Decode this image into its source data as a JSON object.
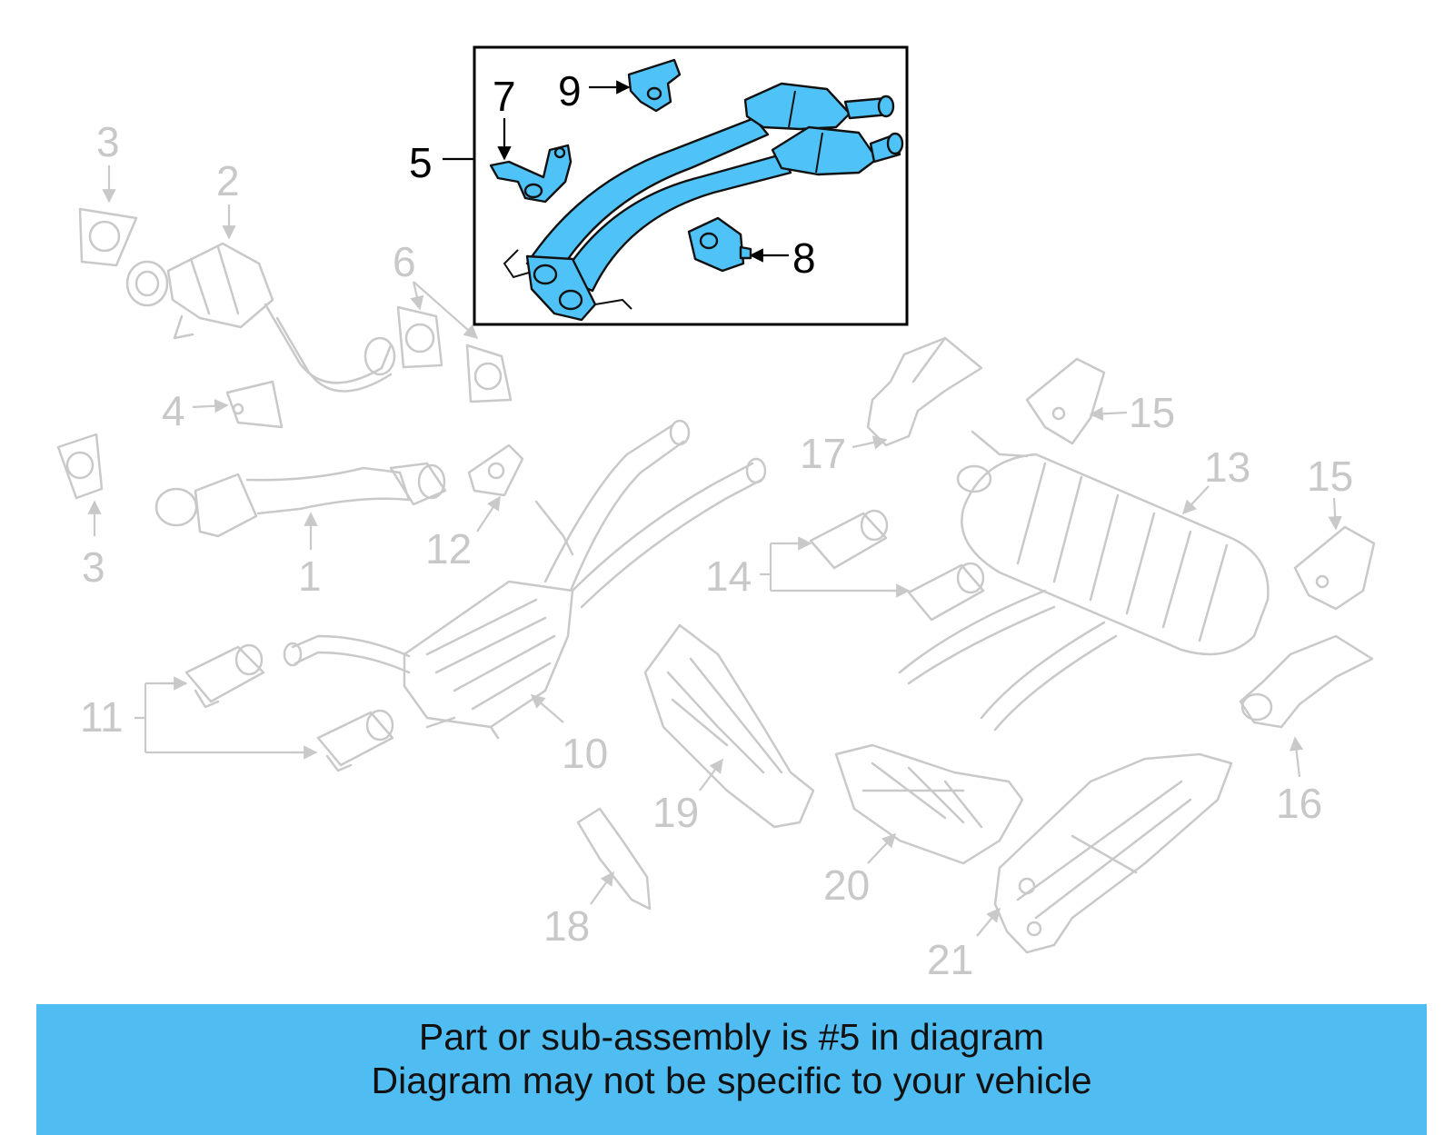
{
  "callouts": {
    "n1": "1",
    "n2": "2",
    "n3a": "3",
    "n3b": "3",
    "n4": "4",
    "n5": "5",
    "n6": "6",
    "n7": "7",
    "n8": "8",
    "n9": "9",
    "n10": "10",
    "n11": "11",
    "n12": "12",
    "n13": "13",
    "n14": "14",
    "n15a": "15",
    "n15b": "15",
    "n16": "16",
    "n17": "17",
    "n18": "18",
    "n19": "19",
    "n20": "20",
    "n21": "21"
  },
  "highlighted_part": "5",
  "colors": {
    "highlight": "#4fc3f7",
    "banner": "#4fbdf2",
    "ghost": "#c9c9c9"
  },
  "banner": {
    "line1": "Part or sub-assembly is #5 in diagram",
    "line2": "Diagram may not be specific to your vehicle"
  }
}
